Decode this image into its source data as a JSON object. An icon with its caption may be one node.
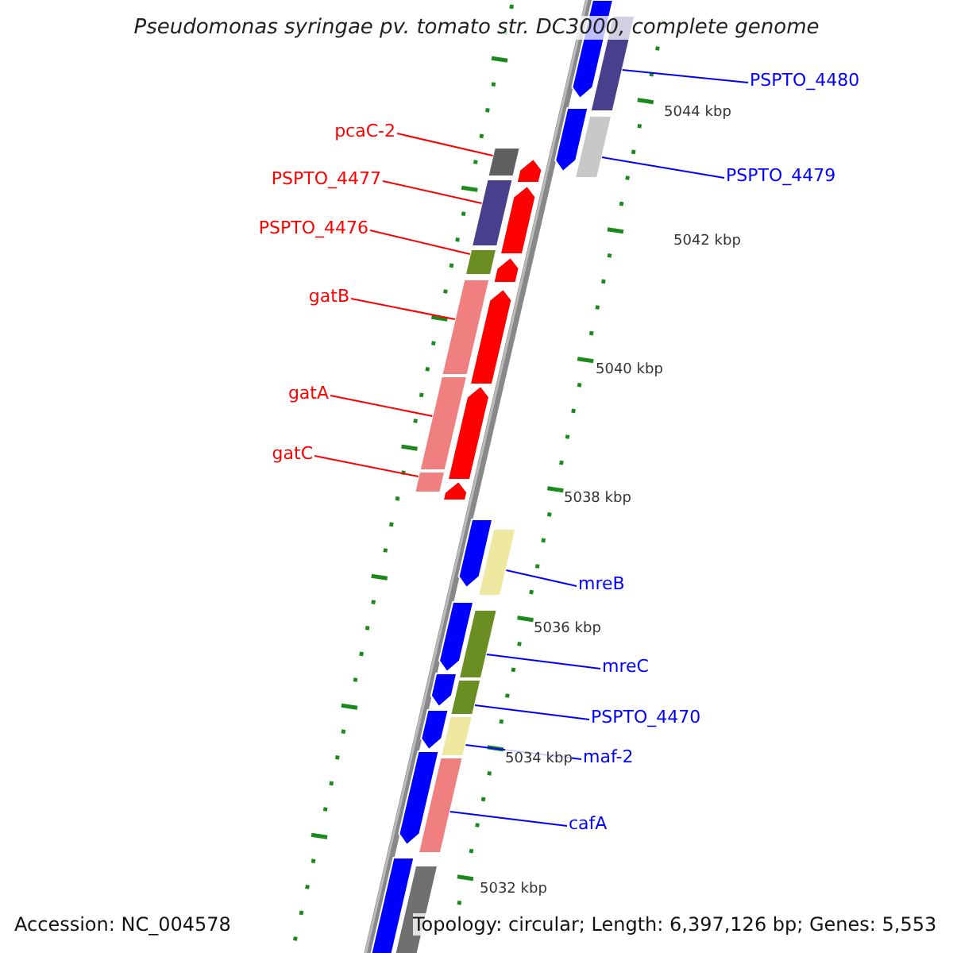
{
  "diagram": {
    "title": "Pseudomonas syringae pv. tomato str. DC3000, complete genome",
    "nodes": [
      {
        "text": [
          "PSPTO_4480"
        ]
      },
      {
        "text": [],
        "shape": "bar"
      },
      {
        "text": [
          "pcaC-2"
        ]
      },
      {
        "text": [],
        "shape": "bar"
      },
      {
        "text": [
          "PSPTO_4479"
        ]
      },
      {
        "text": [],
        "shape": "bar"
      },
      {
        "text": [
          "PSPTO_4477"
        ]
      },
      {
        "text": [],
        "shape": "bar"
      },
      {
        "text": [
          "PSPTO_4476"
        ]
      },
      {
        "text": [],
        "shape": "bar"
      },
      {
        "text": [
          "gatB"
        ]
      },
      {
        "text": [],
        "shape": "bar"
      },
      {
        "text": [
          "gatA"
        ]
      },
      {
        "text": [],
        "shape": "bar"
      },
      {
        "text": [
          "gatC"
        ]
      },
      {
        "text": [],
        "shape": "bar"
      },
      {
        "text": [
          "mreB"
        ]
      },
      {
        "text": [],
        "shape": "bar"
      },
      {
        "text": [
          "mreC"
        ]
      },
      {
        "text": [],
        "shape": "bar"
      },
      {
        "text": [
          "PSPTO_4470"
        ]
      },
      {
        "text": [],
        "shape": "bar"
      },
      {
        "text": [
          "maf-2"
        ]
      },
      {
        "text": [],
        "shape": "bar"
      },
      {
        "text": [
          "cafA"
        ]
      },
      {
        "text": [],
        "shape": "bar"
      },
      {
        "text": [],
        "shape": "arrow"
      },
      {
        "text": [],
        "shape": "arrow"
      },
      {
        "text": [],
        "shape": "arrow"
      },
      {
        "text": [],
        "shape": "arrow"
      },
      {
        "text": [],
        "shape": "arrow"
      },
      {
        "text": [],
        "shape": "arrow"
      },
      {
        "text": [],
        "shape": "arrow"
      },
      {
        "text": [],
        "shape": "arrow"
      },
      {
        "text": [],
        "shape": "arrow"
      },
      {
        "text": [],
        "shape": "arrow"
      },
      {
        "text": [],
        "shape": "arrow"
      },
      {
        "text": [],
        "shape": "arrow"
      },
      {
        "text": [],
        "shape": "arrow"
      },
      {
        "text": [],
        "shape": "bar"
      },
      {
        "text": [],
        "shape": "bar"
      }
    ],
    "edges": [
      {
        "from": 0,
        "to": 1,
        "arrow": "none"
      },
      {
        "from": 2,
        "to": 3,
        "arrow": "none",
        "color": "#ff0000"
      },
      {
        "from": 4,
        "to": 5,
        "arrow": "none"
      },
      {
        "from": 6,
        "to": 7,
        "arrow": "none",
        "color": "#ff0000"
      },
      {
        "from": 8,
        "to": 9,
        "arrow": "none",
        "color": "#ff0000"
      },
      {
        "from": 10,
        "to": 11,
        "arrow": "none",
        "color": "#ff0000"
      },
      {
        "from": 12,
        "to": 13,
        "arrow": "none",
        "color": "#ff0000"
      },
      {
        "from": 14,
        "to": 15,
        "arrow": "none",
        "color": "#ff0000"
      },
      {
        "from": 16,
        "to": 17,
        "arrow": "none"
      },
      {
        "from": 18,
        "to": 19,
        "arrow": "none"
      },
      {
        "from": 20,
        "to": 21,
        "arrow": "none"
      },
      {
        "from": 22,
        "to": 23,
        "arrow": "none"
      },
      {
        "from": 24,
        "to": 25,
        "arrow": "none"
      }
    ],
    "labels": [
      "5044 kbp",
      "5042 kbp",
      "5040 kbp",
      "5038 kbp",
      "5036 kbp",
      "5034 kbp",
      "5032 kbp",
      "Accession: NC_004578",
      "Topology: circular; Length: 6,397,126 bp; Genes: 5,553"
    ]
  }
}
